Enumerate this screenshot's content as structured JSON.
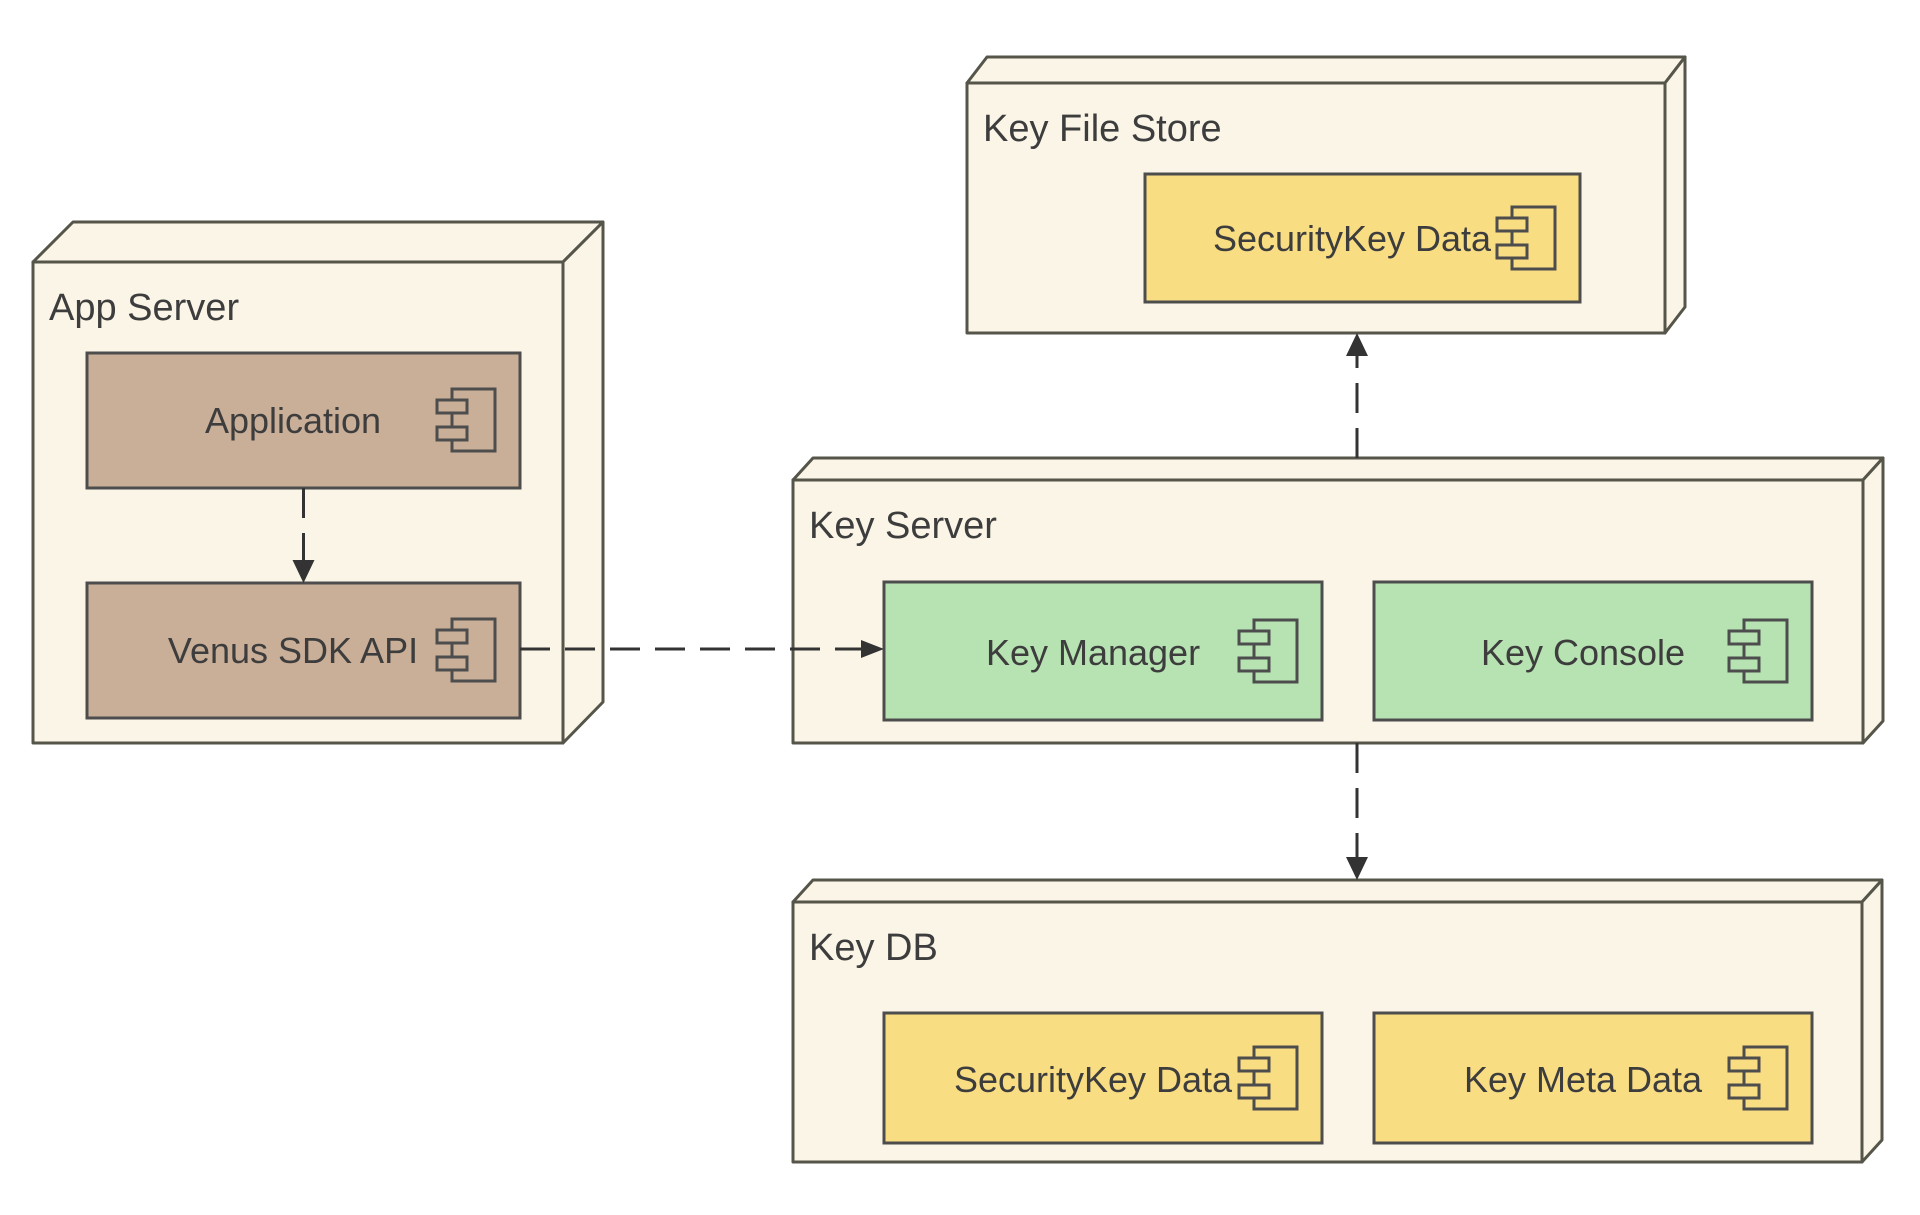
{
  "diagram": {
    "type": "uml-deployment-diagram",
    "palette": {
      "page_background": "#ffffff",
      "node_fill": "#faf5e6",
      "node_border": "#55554a",
      "component_border": "#4d4d4d",
      "component_brown": "#c9ae98",
      "component_green": "#b7e2b2",
      "component_yellow": "#f9dd83",
      "label_text": "#3d3d3d",
      "arrow": "#333333"
    },
    "nodes": [
      {
        "id": "app-server",
        "label": "App Server",
        "fill": "#faf5e6",
        "components": [
          {
            "id": "application",
            "label": "Application",
            "fill": "#c9ae98",
            "icon": "uml-component-icon"
          },
          {
            "id": "venus-sdk-api",
            "label": "Venus SDK API",
            "fill": "#c9ae98",
            "icon": "uml-component-icon"
          }
        ]
      },
      {
        "id": "key-file-store",
        "label": "Key File Store",
        "fill": "#faf5e6",
        "components": [
          {
            "id": "securitykey-data-file",
            "label": "SecurityKey Data",
            "fill": "#f9dd83",
            "icon": "uml-component-icon"
          }
        ]
      },
      {
        "id": "key-server",
        "label": "Key Server",
        "fill": "#faf5e6",
        "components": [
          {
            "id": "key-manager",
            "label": "Key Manager",
            "fill": "#b7e2b2",
            "icon": "uml-component-icon"
          },
          {
            "id": "key-console",
            "label": "Key Console",
            "fill": "#b7e2b2",
            "icon": "uml-component-icon"
          }
        ]
      },
      {
        "id": "key-db",
        "label": "Key DB",
        "fill": "#faf5e6",
        "components": [
          {
            "id": "securitykey-data-db",
            "label": "SecurityKey Data",
            "fill": "#f9dd83",
            "icon": "uml-component-icon"
          },
          {
            "id": "key-meta-data",
            "label": "Key Meta Data",
            "fill": "#f9dd83",
            "icon": "uml-component-icon"
          }
        ]
      }
    ],
    "connections": [
      {
        "from": "application",
        "to": "venus-sdk-api",
        "line": "dashed",
        "arrowhead": "solid-triangle"
      },
      {
        "from": "venus-sdk-api",
        "to": "key-manager",
        "line": "dashed",
        "arrowhead": "solid-triangle"
      },
      {
        "from": "key-server",
        "to": "key-file-store",
        "line": "dashed",
        "arrowhead": "solid-triangle"
      },
      {
        "from": "key-server",
        "to": "key-db",
        "line": "dashed",
        "arrowhead": "solid-triangle"
      }
    ]
  }
}
